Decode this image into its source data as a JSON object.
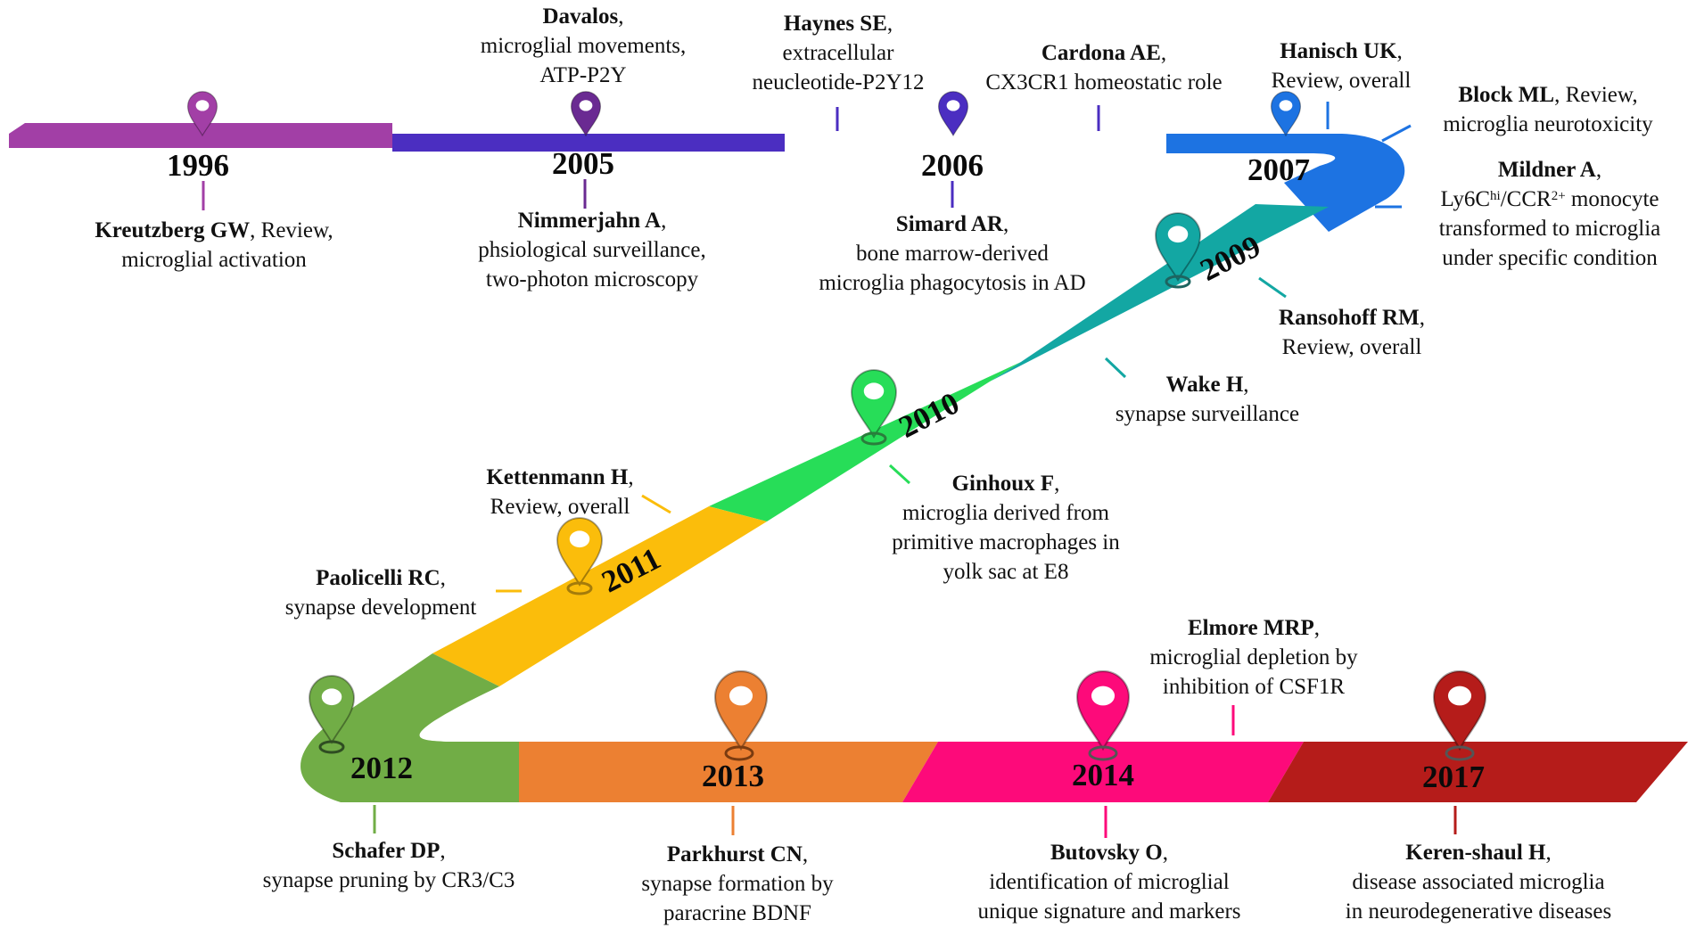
{
  "colors": {
    "c1996": "#a23fa6",
    "c2005": "#6a2a92",
    "c2006": "#4b2ec1",
    "c2007": "#1d73e2",
    "c2009": "#13a7a3",
    "c2010": "#27dd58",
    "c2011": "#fbbd0b",
    "c2012": "#71ad46",
    "c2013": "#ec8032",
    "c2014": "#fd0a7a",
    "c2017": "#b51c1a"
  },
  "years": [
    {
      "id": "y1996",
      "label": "1996"
    },
    {
      "id": "y2005",
      "label": "2005"
    },
    {
      "id": "y2006",
      "label": "2006"
    },
    {
      "id": "y2007",
      "label": "2007"
    },
    {
      "id": "y2009",
      "label": "2009"
    },
    {
      "id": "y2010",
      "label": "2010"
    },
    {
      "id": "y2011",
      "label": "2011"
    },
    {
      "id": "y2012",
      "label": "2012"
    },
    {
      "id": "y2013",
      "label": "2013"
    },
    {
      "id": "y2014",
      "label": "2014"
    },
    {
      "id": "y2017",
      "label": "2017"
    }
  ],
  "annotations": {
    "kreutzberg": {
      "author": "Kreutzberg GW",
      "rest": ", Review,",
      "line2": "microglial activation"
    },
    "davalos": {
      "author": "Davalos",
      "rest": ",",
      "line2": "microglial movements,",
      "line3": "ATP-P2Y"
    },
    "nimmerjahn": {
      "author": "Nimmerjahn A",
      "rest": ",",
      "line2": "phsiological surveillance,",
      "line3": "two-photon microscopy"
    },
    "haynes": {
      "author": "Haynes SE",
      "rest": ",",
      "line2": "extracellular",
      "line3": "neucleotide-P2Y12"
    },
    "cardona": {
      "author": "Cardona AE",
      "rest": ",",
      "line2": "CX3CR1 homeostatic role"
    },
    "simard": {
      "author": "Simard AR",
      "rest": ",",
      "line2": "bone marrow-derived",
      "line3": "microglia phagocytosis in AD"
    },
    "hanisch": {
      "author": "Hanisch UK",
      "rest": ",",
      "line2": "Review, overall"
    },
    "block": {
      "author": "Block ML",
      "rest": ", Review,",
      "line2": "microglia neurotoxicity"
    },
    "mildner": {
      "author": "Mildner A",
      "rest": ",",
      "l2a": "Ly6C",
      "l2sup1": "hi",
      "l2b": "/CCR",
      "l2sup2": "2+",
      "l2c": " monocyte",
      "line3": "transformed to microglia",
      "line4": "under specific condition"
    },
    "ransohoff": {
      "author": "Ransohoff RM",
      "rest": ",",
      "line2": "Review, overall"
    },
    "wake": {
      "author": "Wake H",
      "rest": ",",
      "line2": "synapse surveillance"
    },
    "ginhoux": {
      "author": "Ginhoux F",
      "rest": ",",
      "line2": "microglia derived from",
      "line3": "primitive macrophages in",
      "line4": "yolk sac at E8"
    },
    "kettenmann": {
      "author": "Kettenmann H",
      "rest": ",",
      "line2": "Review, overall"
    },
    "paolicelli": {
      "author": "Paolicelli RC",
      "rest": ",",
      "line2": "synapse development"
    },
    "elmore": {
      "author": "Elmore MRP",
      "rest": ",",
      "line2": "microglial depletion by",
      "line3": "inhibition of CSF1R"
    },
    "schafer": {
      "author": "Schafer DP",
      "rest": ",",
      "line2": "synapse pruning by CR3/C3"
    },
    "parkhurst": {
      "author": "Parkhurst CN",
      "rest": ",",
      "line2": "synapse formation by",
      "line3": "paracrine BDNF"
    },
    "butovsky": {
      "author": "Butovsky O",
      "rest": ",",
      "line2": "identification of microglial",
      "line3": "unique signature and markers"
    },
    "kerenshaul": {
      "author": "Keren-shaul H",
      "rest": ",",
      "line2": "disease associated microglia",
      "line3": "in neurodegenerative diseases"
    }
  }
}
